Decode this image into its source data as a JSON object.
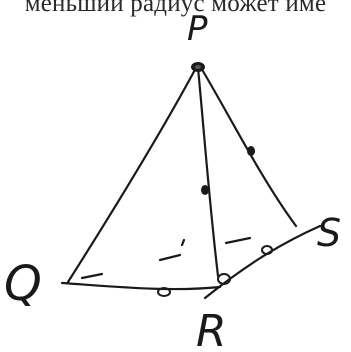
{
  "header_text": "меньший радиус может име",
  "vertices": {
    "P": "P",
    "Q": "Q",
    "R": "R",
    "S": "S"
  },
  "ink_color": "#1a1a1a"
}
